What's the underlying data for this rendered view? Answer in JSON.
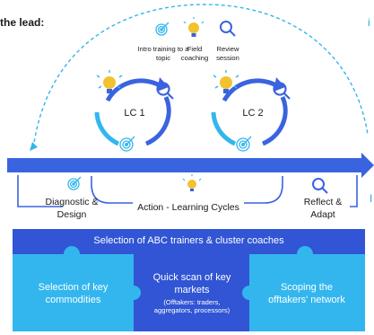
{
  "heading": "the lead:",
  "edge_letters": [
    "i",
    "I"
  ],
  "activities": [
    {
      "label": "Intro training to a topic"
    },
    {
      "label": "Field coaching"
    },
    {
      "label": "Review session"
    }
  ],
  "cycles": [
    {
      "label": "LC 1"
    },
    {
      "label": "LC 2"
    }
  ],
  "phases": {
    "diagnostic": "Diagnostic & Design",
    "action": "Action - Learning Cycles",
    "reflect": "Reflect & Adapt"
  },
  "band": {
    "title": "Selection of ABC trainers & cluster coaches",
    "left": "Selection of key commodities",
    "center": "Quick scan of key markets",
    "center_sub": "(Offtakers: traders, aggregators, processors)",
    "right": "Scoping the offtakers' network"
  },
  "colors": {
    "primary_blue": "#3a63e0",
    "light_blue": "#33b6ee",
    "tile_blue": "#3155d4",
    "icon_yellow": "#f2c230",
    "text": "#1a1a1a"
  }
}
